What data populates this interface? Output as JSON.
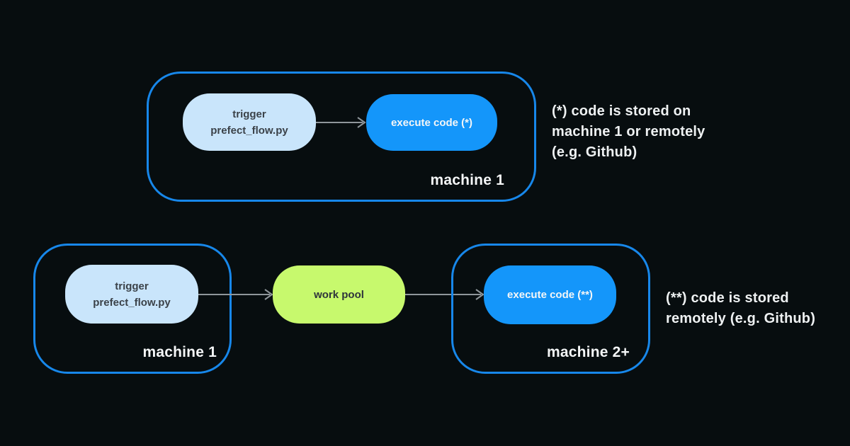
{
  "colors": {
    "bg": "#070d0f",
    "accent-blue": "#1787ea",
    "node-blue": "#1496fa",
    "node-lightblue": "#c9e5fb",
    "node-lime": "#c7f96d",
    "arrow-gray": "#8f969b",
    "text-dark": "#3b4249",
    "text-light": "#f4f6f7"
  },
  "top": {
    "container_label": "machine 1",
    "trigger_line1": "trigger",
    "trigger_line2": "prefect_flow.py",
    "execute_label": "execute code (*)",
    "note_line1": "(*) code is stored on",
    "note_line2": "machine 1 or remotely",
    "note_line3": "(e.g. Github)"
  },
  "bottom": {
    "left_container_label": "machine 1",
    "trigger_line1": "trigger",
    "trigger_line2": "prefect_flow.py",
    "work_pool_label": "work pool",
    "right_container_label": "machine 2+",
    "execute_label": "execute code (**)",
    "note_line1": "(**) code is stored",
    "note_line2": "remotely (e.g. Github)"
  }
}
